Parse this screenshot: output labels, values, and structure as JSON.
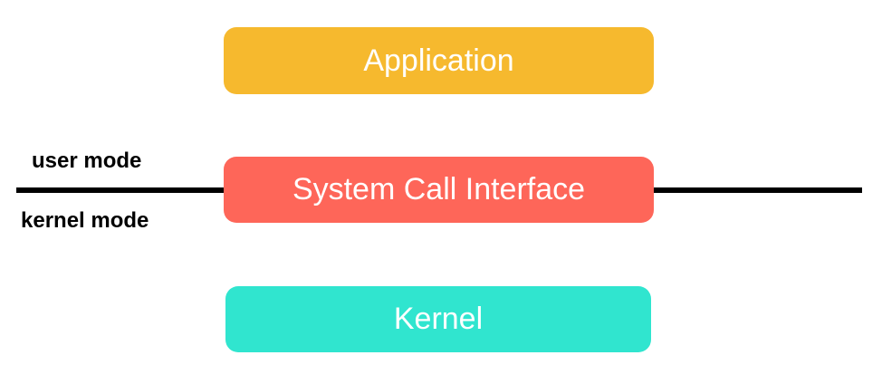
{
  "labels": {
    "user_mode": "user mode",
    "kernel_mode": "kernel mode"
  },
  "layers": [
    {
      "label": "Application",
      "color": "#F6B92E"
    },
    {
      "label": "System Call Interface",
      "color": "#FE6659"
    },
    {
      "label": "Kernel",
      "color": "#30E5CF"
    }
  ],
  "colors": {
    "boundary_line": "#000000",
    "box_text": "#FFFFFF",
    "label_text": "#000000"
  }
}
